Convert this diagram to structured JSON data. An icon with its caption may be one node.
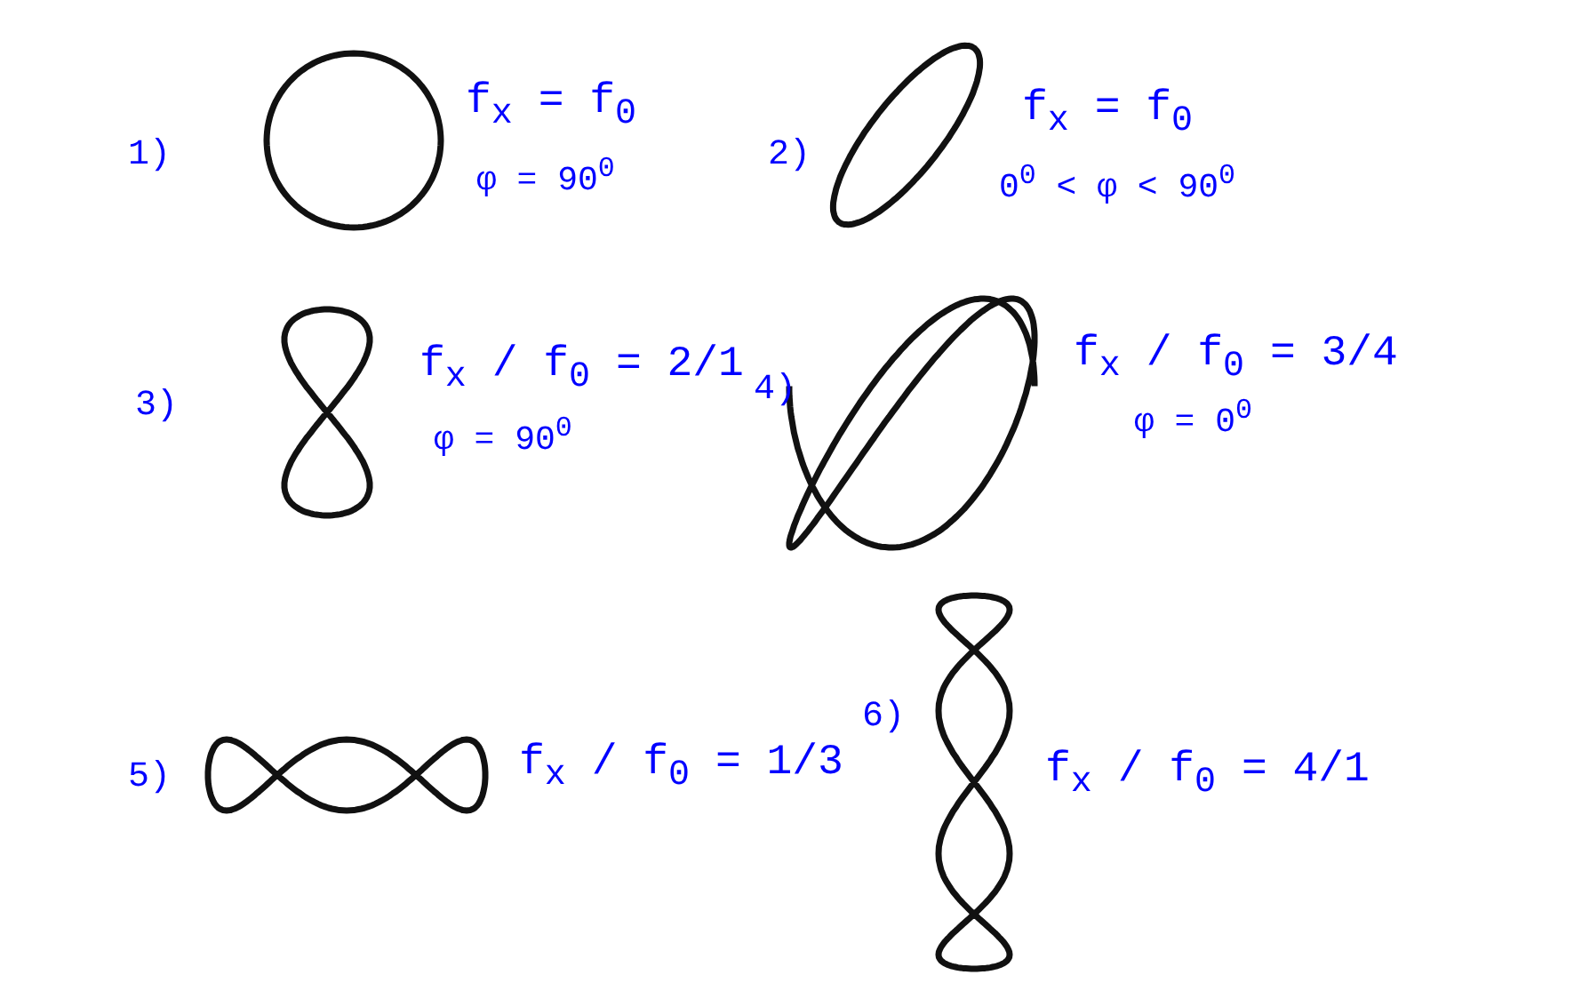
{
  "diagram": {
    "nodes": [
      {
        "text": [],
        "shape": "curve"
      },
      {
        "text": [],
        "shape": "curve"
      },
      {
        "text": [],
        "shape": "curve"
      },
      {
        "text": [],
        "shape": "curve"
      },
      {
        "text": [],
        "shape": "curve"
      },
      {
        "text": [],
        "shape": "curve"
      }
    ],
    "labels": [
      "1)",
      "f$_{x}$ = f$_{0}$",
      "φ = 90$^{0}$",
      "2)",
      "f$_{x}$ = f$_{0}$",
      "0$^{0}$ < φ < 90$^{0}$",
      "3)",
      "f$_{x}$ / f$_{0}$ = 2/1",
      "4)",
      "f$_{x}$ / f$_{0}$ = 3/4",
      "φ = 90$^{0}$",
      "φ = 0$^{0}$",
      "5)",
      "f$_{x}$ / f$_{0}$ = 1/3",
      "6)",
      "f$_{x}$ / f$_{0}$ = 4/1"
    ]
  }
}
